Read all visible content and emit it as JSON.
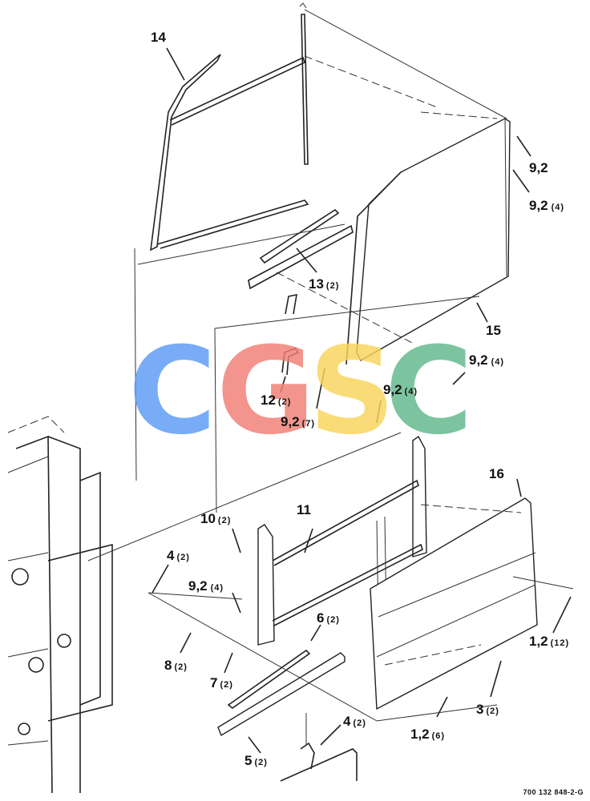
{
  "callouts": [
    {
      "id": "c14",
      "text": "14"
    },
    {
      "id": "c9a",
      "text": "9,2"
    },
    {
      "id": "c9b",
      "text": "9,2",
      "count": "(4)"
    },
    {
      "id": "c13",
      "text": "13",
      "count": "(2)"
    },
    {
      "id": "c15",
      "text": "15"
    },
    {
      "id": "c9c",
      "text": "9,2",
      "count": "(4)"
    },
    {
      "id": "c12",
      "text": "12",
      "count": "(2)"
    },
    {
      "id": "c9d",
      "text": "9,2",
      "count": "(4)"
    },
    {
      "id": "c9e",
      "text": "9,2",
      "count": "(7)"
    },
    {
      "id": "c16",
      "text": "16"
    },
    {
      "id": "c11",
      "text": "11"
    },
    {
      "id": "c10",
      "text": "10",
      "count": "(2)"
    },
    {
      "id": "c4a",
      "text": "4",
      "count": "(2)"
    },
    {
      "id": "c9f",
      "text": "9,2",
      "count": "(4)"
    },
    {
      "id": "c6",
      "text": "6",
      "count": "(2)"
    },
    {
      "id": "c1a",
      "text": "1,2",
      "count": "(12)"
    },
    {
      "id": "c8",
      "text": "8",
      "count": "(2)"
    },
    {
      "id": "c7",
      "text": "7",
      "count": "(2)"
    },
    {
      "id": "c3",
      "text": "3",
      "count": "(2)"
    },
    {
      "id": "c1b",
      "text": "1,2",
      "count": "(6)"
    },
    {
      "id": "c4b",
      "text": "4",
      "count": "(2)"
    },
    {
      "id": "c5",
      "text": "5",
      "count": "(2)"
    }
  ],
  "watermark": {
    "letters": [
      {
        "char": "C",
        "color": "#5b9bf5"
      },
      {
        "char": "G",
        "color": "#f17e74"
      },
      {
        "char": "S",
        "color": "#f8d55a"
      },
      {
        "char": "C",
        "color": "#5fb88a"
      }
    ]
  },
  "drawing_number": "700 132 848-2-G"
}
